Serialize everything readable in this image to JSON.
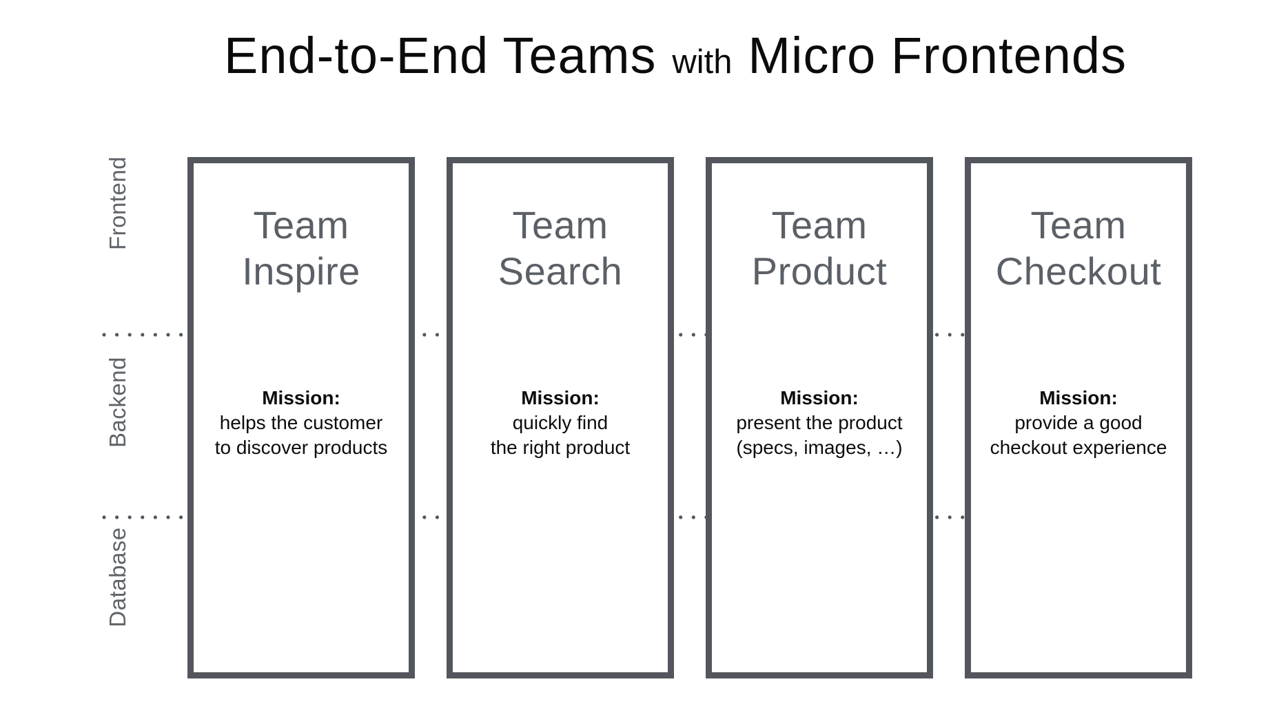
{
  "title": {
    "main_left": "End-to-End Teams",
    "connector": "with",
    "main_right": "Micro Frontends"
  },
  "layers": [
    {
      "label": "Frontend"
    },
    {
      "label": "Backend"
    },
    {
      "label": "Database"
    }
  ],
  "teams": [
    {
      "name_lines": [
        "Team",
        "Inspire"
      ],
      "mission": {
        "label": "Mission:",
        "lines": [
          "helps the customer",
          "to discover products"
        ]
      }
    },
    {
      "name_lines": [
        "Team",
        "Search"
      ],
      "mission": {
        "label": "Mission:",
        "lines": [
          "quickly find",
          "the right product"
        ]
      }
    },
    {
      "name_lines": [
        "Team",
        "Product"
      ],
      "mission": {
        "label": "Mission:",
        "lines": [
          "present the product",
          "(specs, images, …)"
        ]
      }
    },
    {
      "name_lines": [
        "Team",
        "Checkout"
      ],
      "mission": {
        "label": "Mission:",
        "lines": [
          "provide a good",
          "checkout experience"
        ]
      }
    }
  ],
  "colors": {
    "background": "#ffffff",
    "box_border": "#53565d",
    "team_name_text": "#5b6067",
    "layer_label_text": "#5f6368",
    "mission_text": "#0d0d0d",
    "title_text": "#0b0b0b",
    "dot_color": "#53575e"
  }
}
